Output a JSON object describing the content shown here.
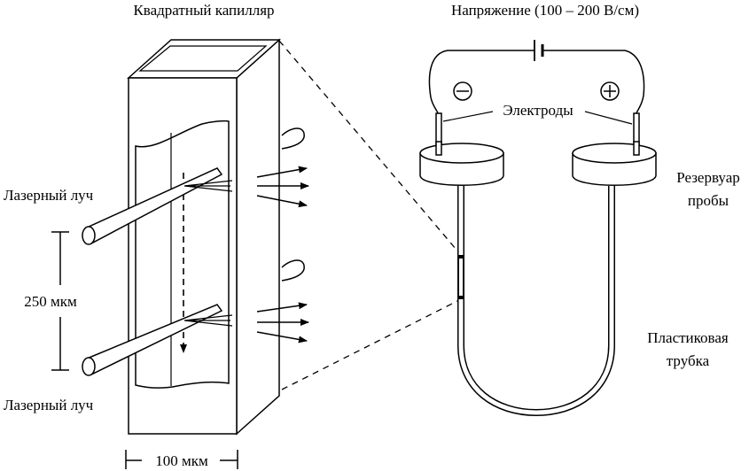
{
  "labels": {
    "capillary_title": "Квадратный капилляр",
    "voltage_title": "Напряжение (100 – 200 В/см)",
    "laser_top": "Лазерный луч",
    "laser_bottom": "Лазерный луч",
    "distance": "250 мкм",
    "width": "100 мкм",
    "electrodes": "Электроды",
    "reservoir_line1": "Резервуар",
    "reservoir_line2": "пробы",
    "tube_line1": "Пластиковая",
    "tube_line2": "трубка"
  },
  "symbols": {
    "negative": "minus-sign",
    "positive": "plus-sign"
  }
}
